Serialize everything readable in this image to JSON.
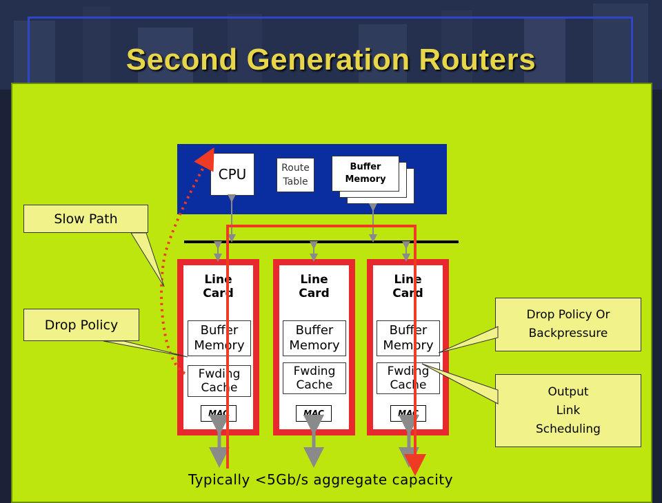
{
  "title": "Second Generation Routers",
  "central": {
    "cpu": "CPU",
    "route_table": [
      "Route",
      "Table"
    ],
    "buffer_memory": [
      "Buffer",
      "Memory"
    ]
  },
  "line_cards": [
    {
      "label": [
        "Line",
        "Card"
      ],
      "buffer": [
        "Buffer",
        "Memory"
      ],
      "fwding": [
        "Fwding",
        "Cache"
      ],
      "mac": "MAC"
    },
    {
      "label": [
        "Line",
        "Card"
      ],
      "buffer": [
        "Buffer",
        "Memory"
      ],
      "fwding": [
        "Fwding",
        "Cache"
      ],
      "mac": "MAC"
    },
    {
      "label": [
        "Line",
        "Card"
      ],
      "buffer": [
        "Buffer",
        "Memory"
      ],
      "fwding": [
        "Fwding",
        "Cache"
      ],
      "mac": "MAC"
    }
  ],
  "callouts": {
    "slow_path": "Slow Path",
    "drop_policy": "Drop Policy",
    "drop_policy_or_backpressure": [
      "Drop Policy Or",
      "Backpressure"
    ],
    "output_link_scheduling": [
      "Output",
      "Link",
      "Scheduling"
    ]
  },
  "caption": "Typically <5Gb/s aggregate capacity",
  "colors": {
    "title": "#e8d64a",
    "panel": "#bde60f",
    "central_block": "#0a2da0",
    "card_border": "#e8282c",
    "callout": "#f2f28a",
    "path_red": "#ef3b23"
  }
}
